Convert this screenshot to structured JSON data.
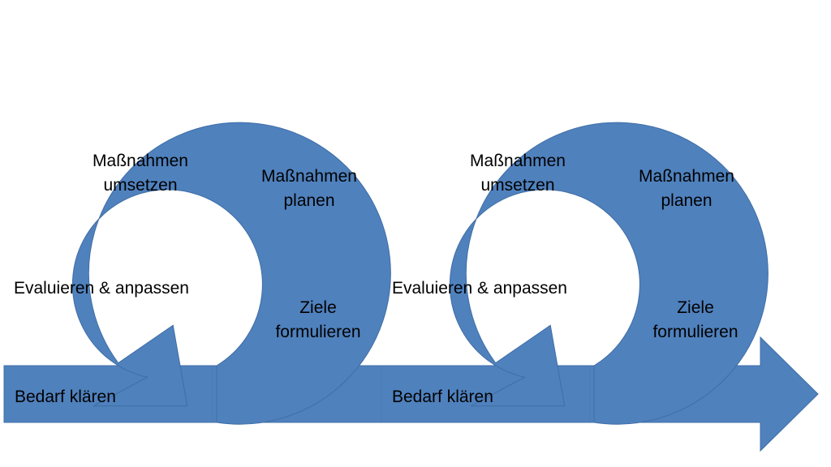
{
  "colors": {
    "arrow_fill": "#4f81bd",
    "arrow_edge": "#3f6ea6",
    "text": "#000000",
    "background": "#ffffff"
  },
  "cycles": [
    {
      "step_implement": [
        "Maßnahmen",
        "umsetzen"
      ],
      "step_plan": [
        "Maßnahmen",
        "planen"
      ],
      "step_evaluate": "Evaluieren & anpassen",
      "step_goals": [
        "Ziele",
        "formulieren"
      ],
      "step_need": "Bedarf klären"
    },
    {
      "step_implement": [
        "Maßnahmen",
        "umsetzen"
      ],
      "step_plan": [
        "Maßnahmen",
        "planen"
      ],
      "step_evaluate": "Evaluieren & anpassen",
      "step_goals": [
        "Ziele",
        "formulieren"
      ],
      "step_need": "Bedarf klären"
    }
  ]
}
